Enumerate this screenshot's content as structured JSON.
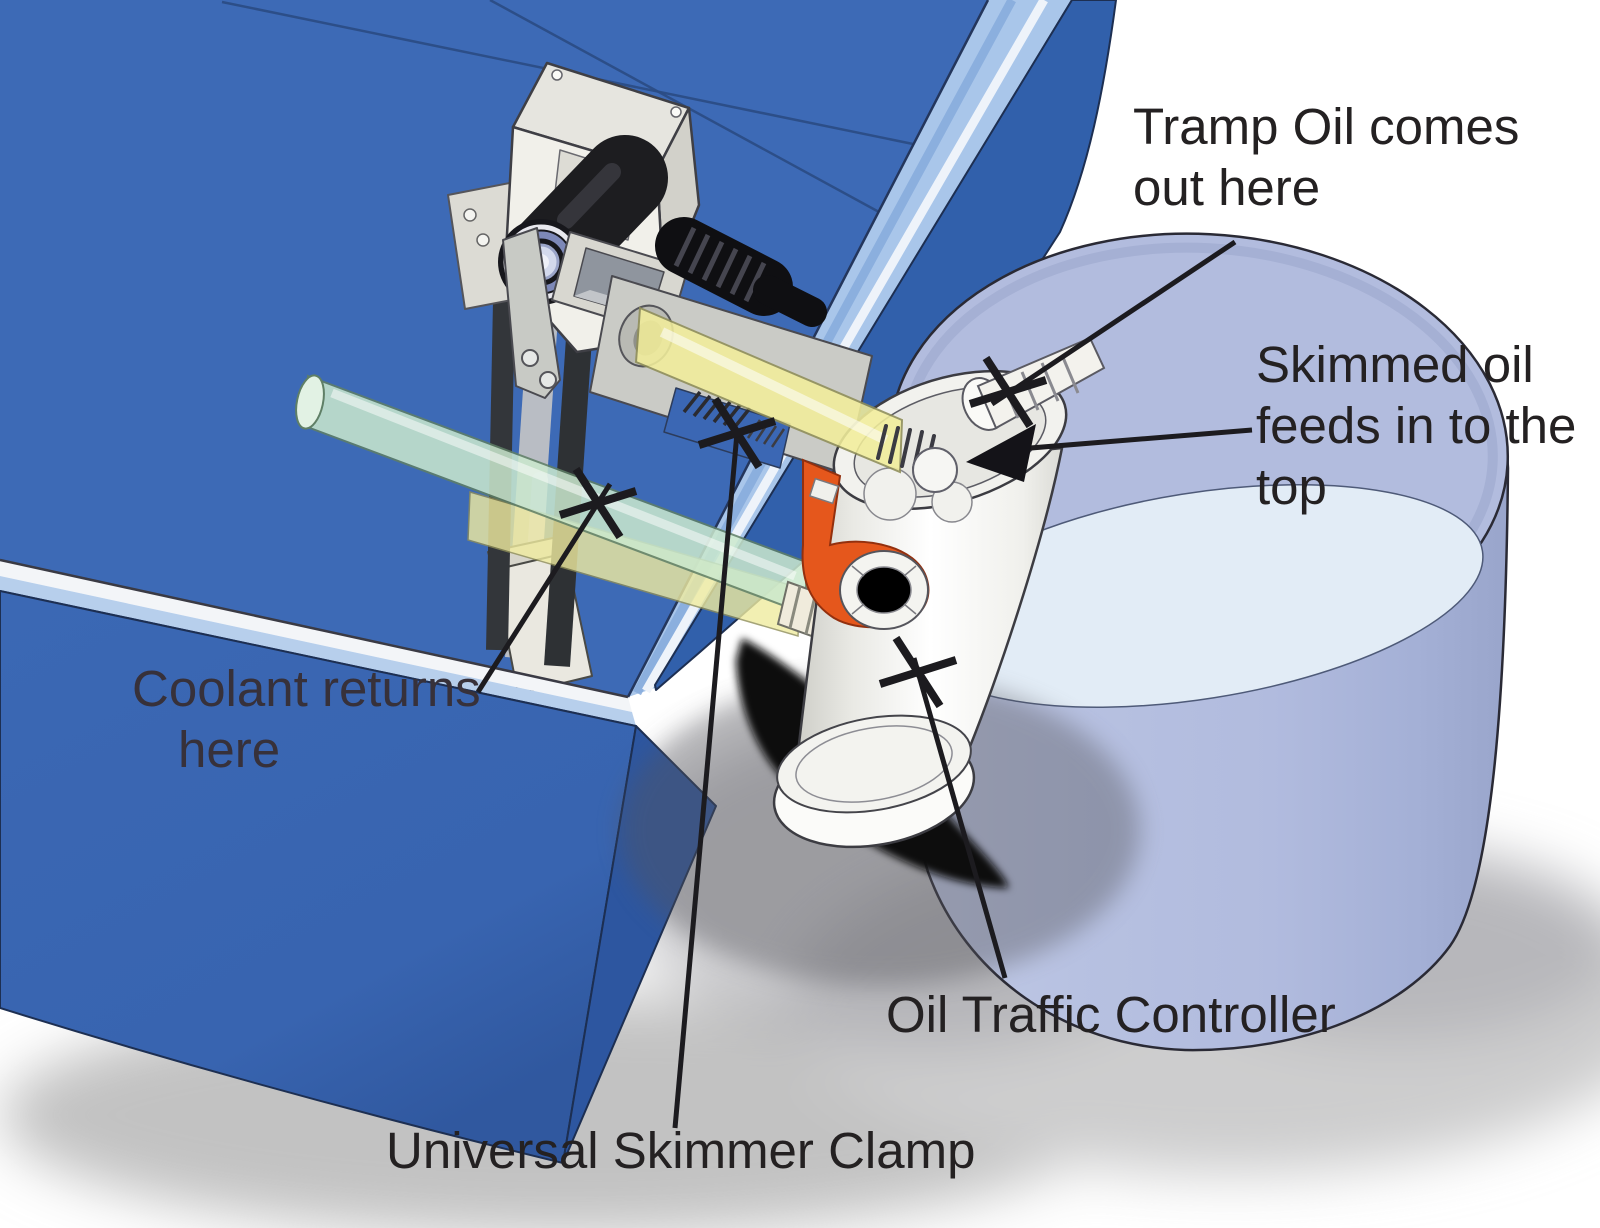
{
  "diagram": {
    "title": "Tramp oil skimmer and coolant tank diagram",
    "labels": {
      "tramp_oil": {
        "line1": "Tramp Oil comes",
        "line2": "out here"
      },
      "skimmed_oil": {
        "line1": "Skimmed oil",
        "line2": "feeds in to the",
        "line3": "top"
      },
      "coolant": {
        "line1": "Coolant returns",
        "line2": "here"
      },
      "oil_traffic_controller": "Oil Traffic Controller",
      "universal_skimmer_clamp": "Universal Skimmer Clamp"
    },
    "colors": {
      "tank_top_blue": "#3d6ab6",
      "tank_front_blue": "#3b68b4",
      "tank_side_blue": "#305aa2",
      "rim_light_blue": "#a9c6ea",
      "rim_white": "#f3f5f8",
      "bucket_lavender": "#b6c0e0",
      "liquid_pale_blue": "#e2ecf6",
      "tube_yellow": "#f1ee9e",
      "tube_green": "#cfe8cc",
      "orange_clip": "#e5571c",
      "controller_white": "#fcfcfa",
      "belt_black": "#2f3234",
      "label_text": "#242122"
    }
  }
}
